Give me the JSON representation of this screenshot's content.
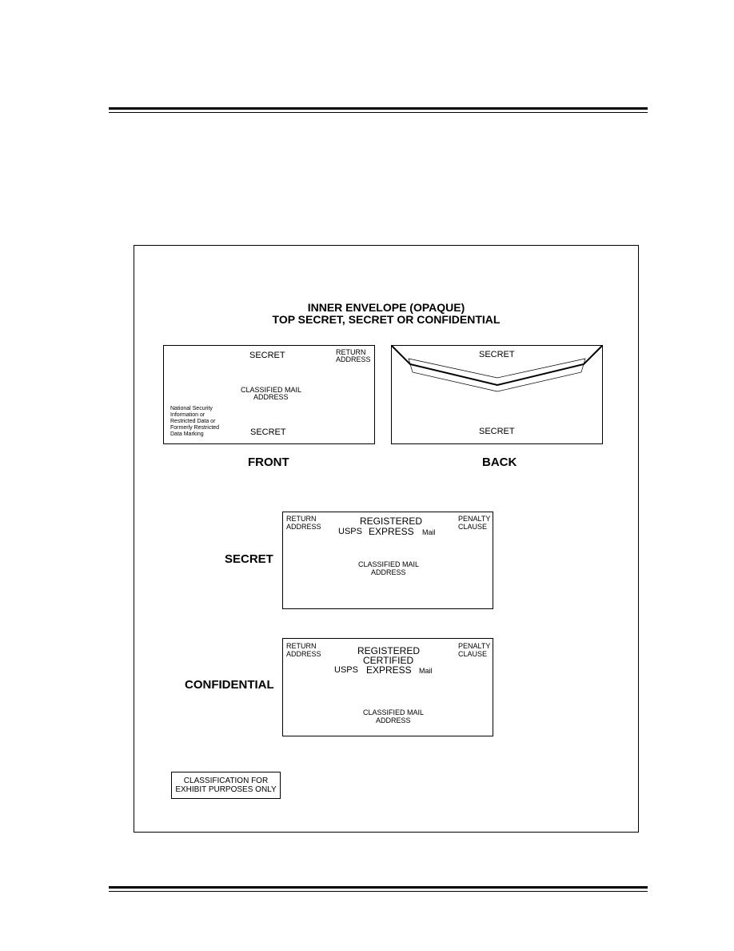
{
  "diagram": {
    "title_line1": "INNER ENVELOPE (OPAQUE)",
    "title_line2": "TOP SECRET, SECRET OR CONFIDENTIAL",
    "inner_front": {
      "marking_top": "SECRET",
      "return_address_1": "RETURN",
      "return_address_2": "ADDRESS",
      "mail_address_1": "CLASSIFIED MAIL",
      "mail_address_2": "ADDRESS",
      "nsi_note_1": "National Security",
      "nsi_note_2": "Information or",
      "nsi_note_3": "Restricted Data or",
      "nsi_note_4": "Formerly Restricted",
      "nsi_note_5": "Data Marking",
      "marking_bottom": "SECRET",
      "caption": "FRONT"
    },
    "inner_back": {
      "marking_top": "SECRET",
      "marking_bottom": "SECRET",
      "caption": "BACK"
    },
    "secret_envelope": {
      "label": "SECRET",
      "return_address_1": "RETURN",
      "return_address_2": "ADDRESS",
      "registered": "REGISTERED",
      "usps": "USPS",
      "express": "EXPRESS",
      "mail": "Mail",
      "penalty_1": "PENALTY",
      "penalty_2": "CLAUSE",
      "mail_address_1": "CLASSIFIED MAIL",
      "mail_address_2": "ADDRESS"
    },
    "confidential_envelope": {
      "label": "CONFIDENTIAL",
      "return_address_1": "RETURN",
      "return_address_2": "ADDRESS",
      "registered": "REGISTERED",
      "certified": "CERTIFIED",
      "usps": "USPS",
      "express": "EXPRESS",
      "mail": "Mail",
      "penalty_1": "PENALTY",
      "penalty_2": "CLAUSE",
      "mail_address_1": "CLASSIFIED MAIL",
      "mail_address_2": "ADDRESS"
    },
    "note_line1": "CLASSIFICATION FOR",
    "note_line2": "EXHIBIT PURPOSES ONLY"
  }
}
